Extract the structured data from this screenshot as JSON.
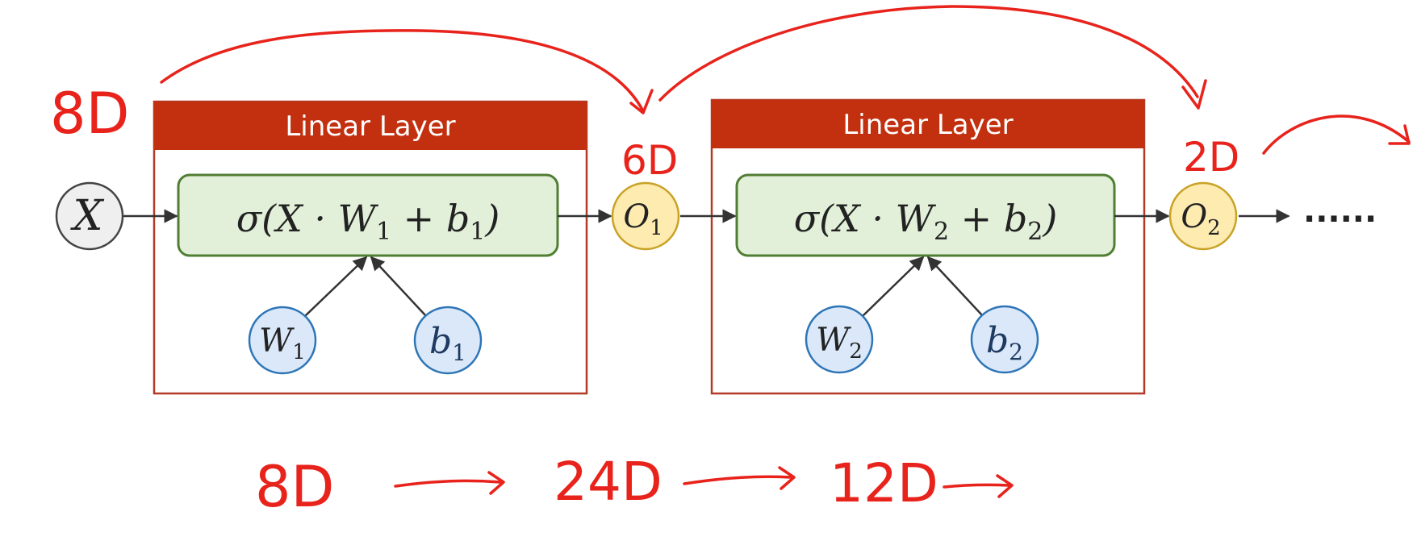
{
  "diagram": {
    "input_node": "X",
    "layers": [
      {
        "title": "Linear Layer",
        "formula": {
          "open": "σ(X · W",
          "w_sub": "1",
          "mid": " + b",
          "b_sub": "1",
          "close": ")"
        },
        "weight": {
          "base": "W",
          "sub": "1"
        },
        "bias": {
          "base": "b",
          "sub": "1"
        },
        "output": {
          "base": "O",
          "sub": "1"
        }
      },
      {
        "title": "Linear Layer",
        "formula": {
          "open": "σ(X · W",
          "w_sub": "2",
          "mid": " + b",
          "b_sub": "2",
          "close": ")"
        },
        "weight": {
          "base": "W",
          "sub": "2"
        },
        "bias": {
          "base": "b",
          "sub": "2"
        },
        "output": {
          "base": "O",
          "sub": "2"
        }
      }
    ],
    "continuation": "......"
  },
  "annotations": {
    "input_dim": "8D",
    "o1_dim": "6D",
    "o2_dim": "2D",
    "sequence": [
      "8D",
      "24D",
      "12D"
    ]
  },
  "colors": {
    "layer_header": "#c3300f",
    "layer_border": "#b33a26",
    "formula_fill": "#e2f0d9",
    "formula_border": "#507e32",
    "param_fill": "#dae8fa",
    "param_border": "#2e75b6",
    "output_fill": "#fdebb0",
    "output_border": "#c9a227",
    "input_fill": "#efefef",
    "input_border": "#444444",
    "annotation": "#e8231c"
  }
}
